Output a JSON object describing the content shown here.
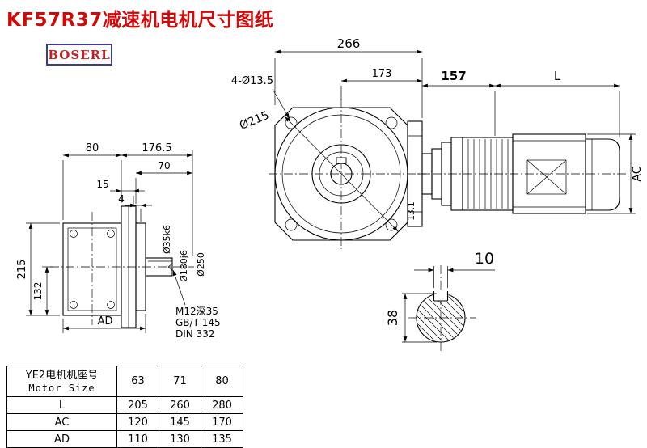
{
  "page": {
    "title": "KF57R37减速机电机尺寸图纸",
    "logo": "BOSERL"
  },
  "front_view": {
    "dim_266": "266",
    "dim_173": "173",
    "dim_157": "157",
    "dim_L": "L",
    "bolt_holes": "4-Ø13.5",
    "flange_dia": "Ø215",
    "dim_AC": "AC",
    "dim_13_1": "13.1"
  },
  "side_view": {
    "dim_80": "80",
    "dim_176_5": "176.5",
    "dim_70": "70",
    "dim_15": "15",
    "dim_4": "4",
    "dim_215": "215",
    "dim_132": "132",
    "dim_AD": "AD",
    "shaft_dia": "Ø35k6",
    "spigot_dia": "Ø180j6",
    "flange_dia": "Ø250",
    "tap_note_1": "M12深35",
    "tap_note_2": "GB/T 145",
    "tap_note_3": "DIN 332"
  },
  "shaft_section": {
    "key_width": "10",
    "shaft_dia": "38"
  },
  "table": {
    "header_cn": "YE2电机机座号",
    "header_en": "Motor Size",
    "sizes": [
      "63",
      "71",
      "80"
    ],
    "rows": [
      {
        "label": "L",
        "values": [
          "205",
          "260",
          "280"
        ]
      },
      {
        "label": "AC",
        "values": [
          "120",
          "145",
          "170"
        ]
      },
      {
        "label": "AD",
        "values": [
          "110",
          "130",
          "135"
        ]
      }
    ]
  }
}
